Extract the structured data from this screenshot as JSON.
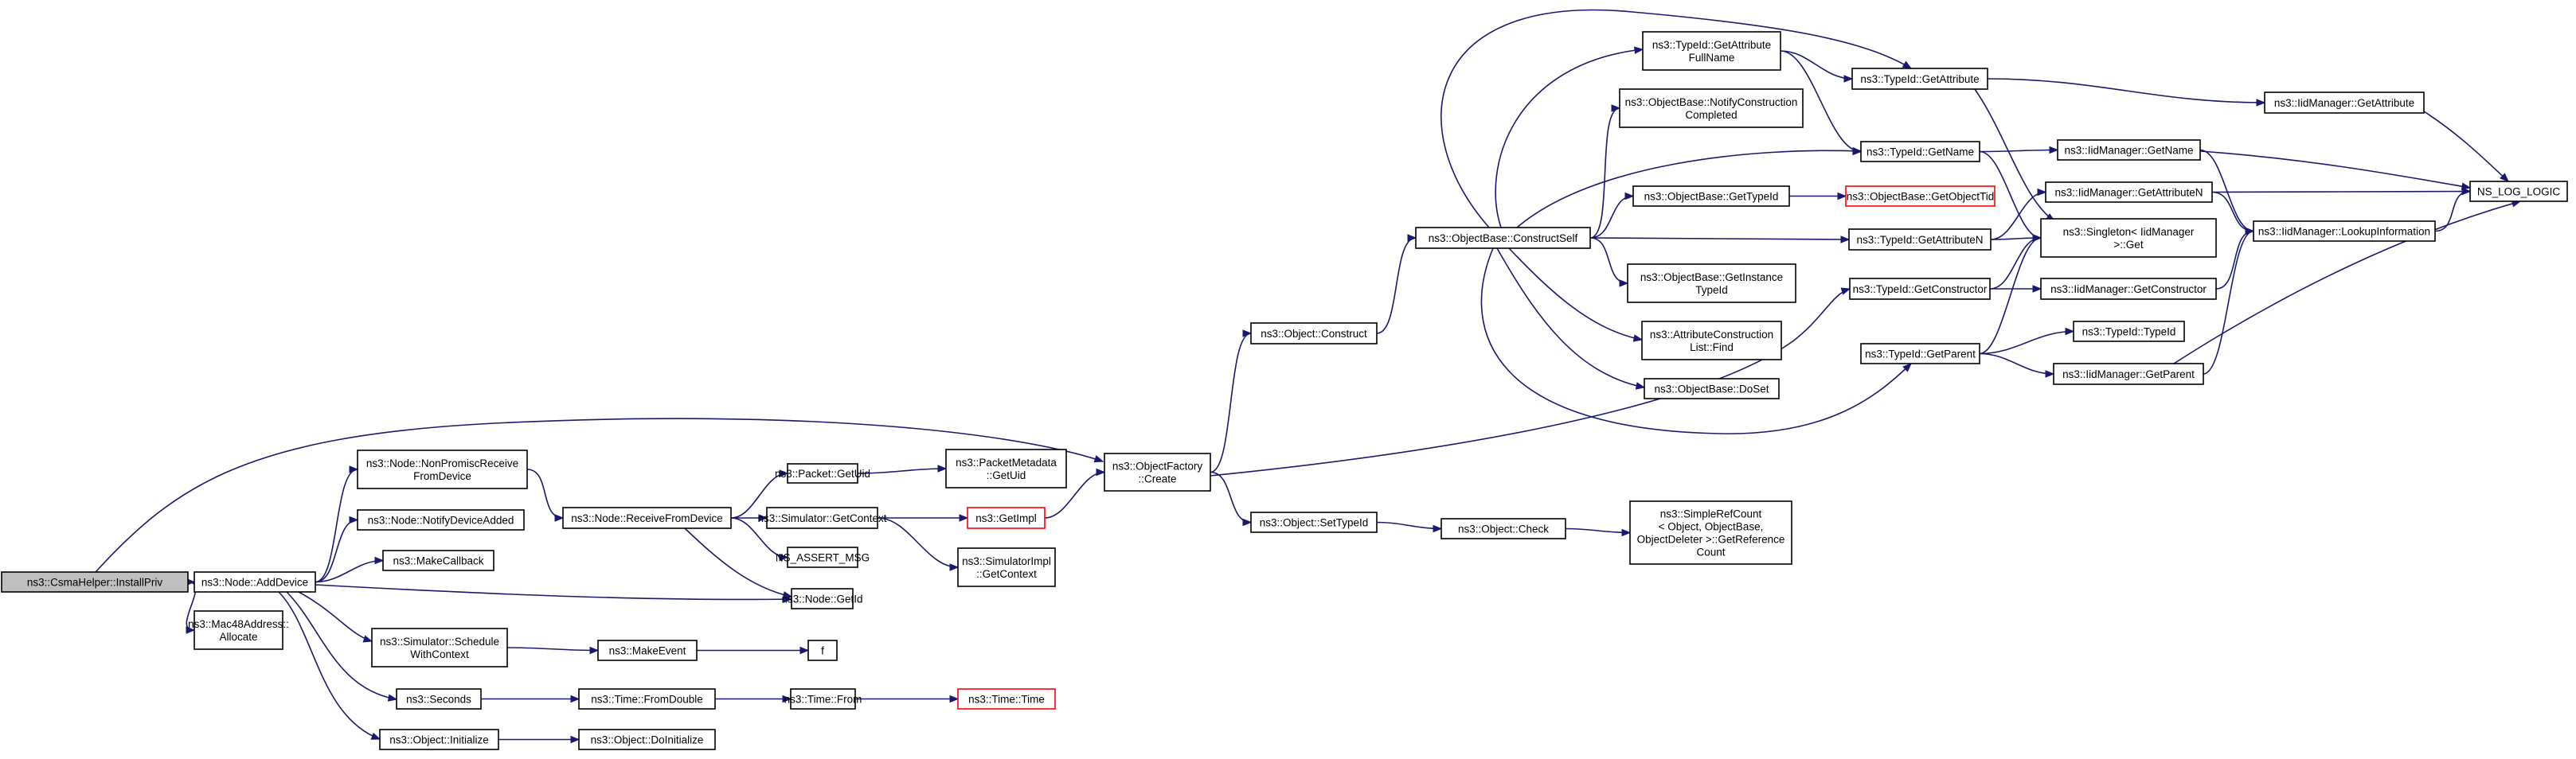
{
  "colors": {
    "edge": "#191970",
    "root_fill": "#bfbfbf",
    "missing_border": "#ff0000"
  },
  "nodes": {
    "installPriv": {
      "lines": [
        "ns3::CsmaHelper::InstallPriv"
      ],
      "style": "root"
    },
    "addDevice": {
      "lines": [
        "ns3::Node::AddDevice"
      ]
    },
    "macAllocate": {
      "lines": [
        "ns3::Mac48Address::",
        "Allocate"
      ]
    },
    "nonPromisc": {
      "lines": [
        "ns3::Node::NonPromiscReceive",
        "FromDevice"
      ]
    },
    "notifyAdded": {
      "lines": [
        "ns3::Node::NotifyDeviceAdded"
      ]
    },
    "makeCallback": {
      "lines": [
        "ns3::MakeCallback"
      ]
    },
    "scheduleCtx": {
      "lines": [
        "ns3::Simulator::Schedule",
        "WithContext"
      ]
    },
    "seconds": {
      "lines": [
        "ns3::Seconds"
      ]
    },
    "objInit": {
      "lines": [
        "ns3::Object::Initialize"
      ]
    },
    "receiveFromDevice": {
      "lines": [
        "ns3::Node::ReceiveFromDevice"
      ]
    },
    "makeEvent": {
      "lines": [
        "ns3::MakeEvent"
      ]
    },
    "fromDouble": {
      "lines": [
        "ns3::Time::FromDouble"
      ]
    },
    "doInit": {
      "lines": [
        "ns3::Object::DoInitialize"
      ]
    },
    "getUid": {
      "lines": [
        "ns3::Packet::GetUid"
      ]
    },
    "getContext": {
      "lines": [
        "ns3::Simulator::GetContext"
      ]
    },
    "assertMsg": {
      "lines": [
        "NS_ASSERT_MSG"
      ]
    },
    "getId": {
      "lines": [
        "ns3::Node::GetId"
      ]
    },
    "f": {
      "lines": [
        "f"
      ]
    },
    "timeFrom": {
      "lines": [
        "ns3::Time::From"
      ]
    },
    "metaGetUid": {
      "lines": [
        "ns3::PacketMetadata",
        "::GetUid"
      ]
    },
    "getImpl": {
      "lines": [
        "ns3::GetImpl"
      ],
      "style": "red"
    },
    "implGetContext": {
      "lines": [
        "ns3::SimulatorImpl",
        "::GetContext"
      ]
    },
    "timeTime": {
      "lines": [
        "ns3::Time::Time"
      ],
      "style": "red"
    },
    "factoryCreate": {
      "lines": [
        "ns3::ObjectFactory",
        "::Create"
      ]
    },
    "objConstruct": {
      "lines": [
        "ns3::Object::Construct"
      ]
    },
    "setTypeId": {
      "lines": [
        "ns3::Object::SetTypeId"
      ]
    },
    "constructSelf": {
      "lines": [
        "ns3::ObjectBase::ConstructSelf"
      ]
    },
    "objCheck": {
      "lines": [
        "ns3::Object::Check"
      ]
    },
    "getAttrFullName": {
      "lines": [
        "ns3::TypeId::GetAttribute",
        "FullName"
      ]
    },
    "notifyConstruction": {
      "lines": [
        "ns3::ObjectBase::NotifyConstruction",
        "Completed"
      ]
    },
    "obGetTypeId": {
      "lines": [
        "ns3::ObjectBase::GetTypeId"
      ]
    },
    "getInstanceTypeId": {
      "lines": [
        "ns3::ObjectBase::GetInstance",
        "TypeId"
      ]
    },
    "attrListFind": {
      "lines": [
        "ns3::AttributeConstruction",
        "List::Find"
      ]
    },
    "doSet": {
      "lines": [
        "ns3::ObjectBase::DoSet"
      ]
    },
    "simpleRefCount": {
      "lines": [
        "ns3::SimpleRefCount",
        "< Object, ObjectBase,",
        " ObjectDeleter >::GetReference",
        "Count"
      ]
    },
    "tidGetAttribute": {
      "lines": [
        "ns3::TypeId::GetAttribute"
      ]
    },
    "tidGetName": {
      "lines": [
        "ns3::TypeId::GetName"
      ]
    },
    "getObjectTid": {
      "lines": [
        "ns3::ObjectBase::GetObjectTid"
      ],
      "style": "red"
    },
    "tidGetAttributeN": {
      "lines": [
        "ns3::TypeId::GetAttributeN"
      ]
    },
    "tidGetConstructor": {
      "lines": [
        "ns3::TypeId::GetConstructor"
      ]
    },
    "tidGetParent": {
      "lines": [
        "ns3::TypeId::GetParent"
      ]
    },
    "iidGetName": {
      "lines": [
        "ns3::IidManager::GetName"
      ]
    },
    "iidGetAttributeN": {
      "lines": [
        "ns3::IidManager::GetAttributeN"
      ]
    },
    "singletonGet": {
      "lines": [
        "ns3::Singleton< IidManager",
        " >::Get"
      ]
    },
    "iidGetConstructor": {
      "lines": [
        "ns3::IidManager::GetConstructor"
      ]
    },
    "tidTypeId": {
      "lines": [
        "ns3::TypeId::TypeId"
      ]
    },
    "iidGetParent": {
      "lines": [
        "ns3::IidManager::GetParent"
      ]
    },
    "iidGetAttribute": {
      "lines": [
        "ns3::IidManager::GetAttribute"
      ]
    },
    "lookupInfo": {
      "lines": [
        "ns3::IidManager::LookupInformation"
      ]
    },
    "nsLogLogic": {
      "lines": [
        "NS_LOG_LOGIC"
      ]
    }
  },
  "edges": [
    [
      "installPriv",
      "addDevice"
    ],
    [
      "installPriv",
      "macAllocate"
    ],
    [
      "installPriv",
      "factoryCreate"
    ],
    [
      "addDevice",
      "nonPromisc"
    ],
    [
      "addDevice",
      "notifyAdded"
    ],
    [
      "addDevice",
      "makeCallback"
    ],
    [
      "addDevice",
      "getId"
    ],
    [
      "addDevice",
      "scheduleCtx"
    ],
    [
      "addDevice",
      "seconds"
    ],
    [
      "addDevice",
      "objInit"
    ],
    [
      "nonPromisc",
      "receiveFromDevice"
    ],
    [
      "receiveFromDevice",
      "getUid"
    ],
    [
      "receiveFromDevice",
      "getContext"
    ],
    [
      "receiveFromDevice",
      "assertMsg"
    ],
    [
      "receiveFromDevice",
      "getId"
    ],
    [
      "getUid",
      "metaGetUid"
    ],
    [
      "getContext",
      "getImpl"
    ],
    [
      "getContext",
      "implGetContext"
    ],
    [
      "getImpl",
      "factoryCreate"
    ],
    [
      "scheduleCtx",
      "makeEvent"
    ],
    [
      "makeEvent",
      "f"
    ],
    [
      "seconds",
      "fromDouble"
    ],
    [
      "fromDouble",
      "timeFrom"
    ],
    [
      "timeFrom",
      "timeTime"
    ],
    [
      "objInit",
      "doInit"
    ],
    [
      "factoryCreate",
      "objConstruct"
    ],
    [
      "factoryCreate",
      "setTypeId"
    ],
    [
      "factoryCreate",
      "tidGetConstructor"
    ],
    [
      "objConstruct",
      "constructSelf"
    ],
    [
      "setTypeId",
      "objCheck"
    ],
    [
      "objCheck",
      "simpleRefCount"
    ],
    [
      "constructSelf",
      "getAttrFullName"
    ],
    [
      "constructSelf",
      "notifyConstruction"
    ],
    [
      "constructSelf",
      "tidGetAttribute"
    ],
    [
      "constructSelf",
      "tidGetName"
    ],
    [
      "constructSelf",
      "obGetTypeId"
    ],
    [
      "constructSelf",
      "tidGetAttributeN"
    ],
    [
      "constructSelf",
      "getInstanceTypeId"
    ],
    [
      "constructSelf",
      "attrListFind"
    ],
    [
      "constructSelf",
      "doSet"
    ],
    [
      "constructSelf",
      "tidGetParent"
    ],
    [
      "getAttrFullName",
      "tidGetAttribute"
    ],
    [
      "getAttrFullName",
      "tidGetName"
    ],
    [
      "obGetTypeId",
      "getObjectTid"
    ],
    [
      "tidGetAttribute",
      "iidGetAttribute"
    ],
    [
      "tidGetAttribute",
      "singletonGet"
    ],
    [
      "tidGetName",
      "iidGetName"
    ],
    [
      "tidGetName",
      "singletonGet"
    ],
    [
      "tidGetAttributeN",
      "iidGetAttributeN"
    ],
    [
      "tidGetAttributeN",
      "singletonGet"
    ],
    [
      "tidGetConstructor",
      "iidGetConstructor"
    ],
    [
      "tidGetConstructor",
      "singletonGet"
    ],
    [
      "tidGetParent",
      "tidTypeId"
    ],
    [
      "tidGetParent",
      "iidGetParent"
    ],
    [
      "tidGetParent",
      "singletonGet"
    ],
    [
      "iidGetAttribute",
      "nsLogLogic"
    ],
    [
      "iidGetName",
      "nsLogLogic"
    ],
    [
      "iidGetName",
      "lookupInfo"
    ],
    [
      "iidGetAttributeN",
      "nsLogLogic"
    ],
    [
      "iidGetAttributeN",
      "lookupInfo"
    ],
    [
      "iidGetConstructor",
      "lookupInfo"
    ],
    [
      "iidGetParent",
      "lookupInfo"
    ],
    [
      "iidGetParent",
      "nsLogLogic"
    ],
    [
      "lookupInfo",
      "nsLogLogic"
    ]
  ]
}
